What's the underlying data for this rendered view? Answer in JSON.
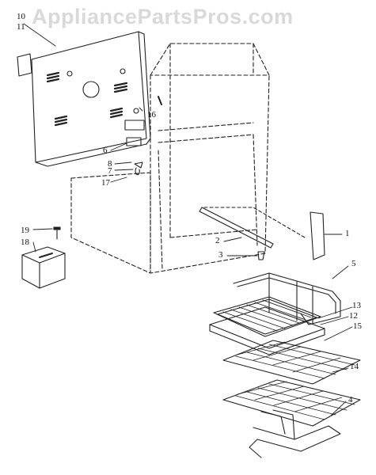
{
  "watermark": {
    "text": "AppliancePartsPros.com"
  },
  "callouts": {
    "c10": "10",
    "c11": "11",
    "c16": "16",
    "c6": "6",
    "c8": "8",
    "c7": "7",
    "c17": "17",
    "c19": "19",
    "c18": "18",
    "c1": "1",
    "c2": "2",
    "c3": "3",
    "c5": "5",
    "c13": "13",
    "c12": "12",
    "c15": "15",
    "c14": "14",
    "c4": "4"
  },
  "colors": {
    "line": "#222222",
    "watermark": "#d9d9d9"
  }
}
